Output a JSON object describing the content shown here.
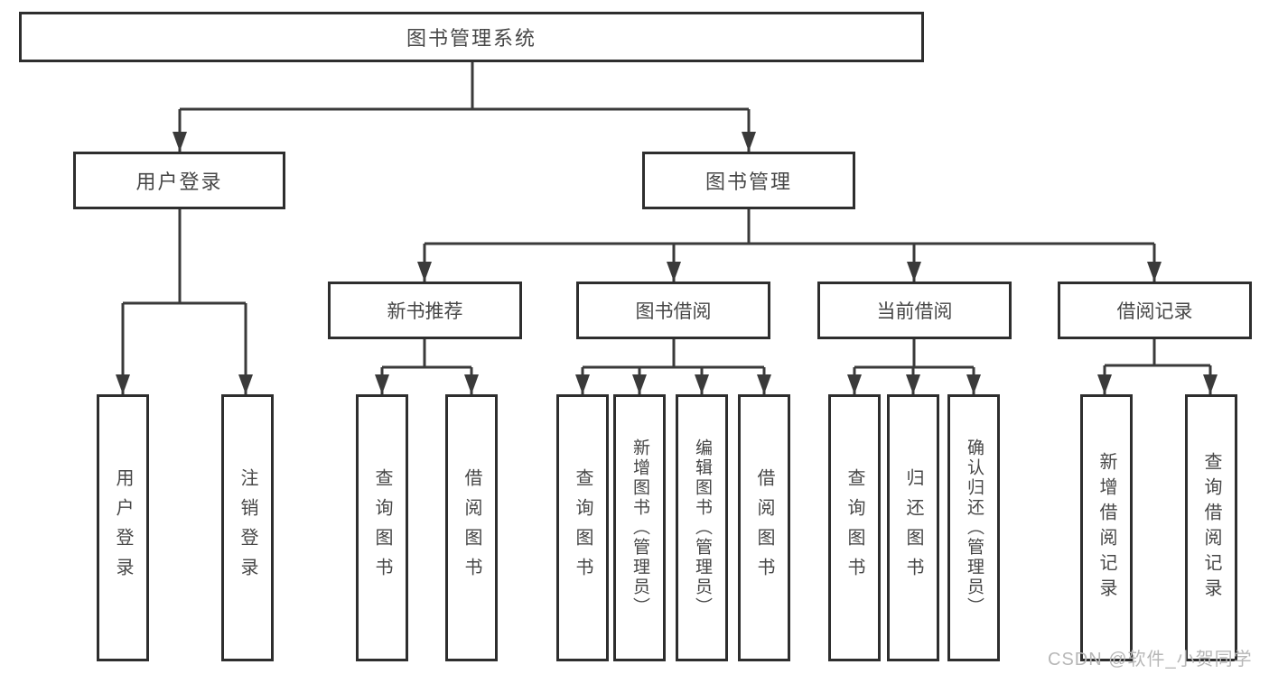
{
  "diagram": {
    "title": "图书管理系统",
    "type": "hierarchy-tree",
    "root": {
      "label": "图书管理系统"
    },
    "level2": [
      {
        "label": "用户登录",
        "parent": "图书管理系统"
      },
      {
        "label": "图书管理",
        "parent": "图书管理系统"
      }
    ],
    "level3": [
      {
        "label": "新书推荐",
        "parent": "图书管理"
      },
      {
        "label": "图书借阅",
        "parent": "图书管理"
      },
      {
        "label": "当前借阅",
        "parent": "图书管理"
      },
      {
        "label": "借阅记录",
        "parent": "图书管理"
      }
    ],
    "leaves": [
      {
        "label": "用户登录",
        "parent": "用户登录"
      },
      {
        "label": "注销登录",
        "parent": "用户登录"
      },
      {
        "label": "查询图书",
        "parent": "新书推荐"
      },
      {
        "label": "借阅图书",
        "parent": "新书推荐"
      },
      {
        "label": "查询图书",
        "parent": "图书借阅"
      },
      {
        "label": "新增图书（管理员）",
        "parent": "图书借阅"
      },
      {
        "label": "编辑图书（管理员）",
        "parent": "图书借阅"
      },
      {
        "label": "借阅图书",
        "parent": "图书借阅"
      },
      {
        "label": "查询图书",
        "parent": "当前借阅"
      },
      {
        "label": "归还图书",
        "parent": "当前借阅"
      },
      {
        "label": "确认归还（管理员）",
        "parent": "当前借阅"
      },
      {
        "label": "新增借阅记录",
        "parent": "借阅记录"
      },
      {
        "label": "查询借阅记录",
        "parent": "借阅记录"
      }
    ]
  },
  "watermark": {
    "text": "CSDN @软件_小贺同学"
  },
  "colors": {
    "line": "#3a3a3a",
    "box_border": "#2e2e2e",
    "text": "#474747",
    "watermark": "#b7b7b7",
    "background": "#ffffff"
  }
}
